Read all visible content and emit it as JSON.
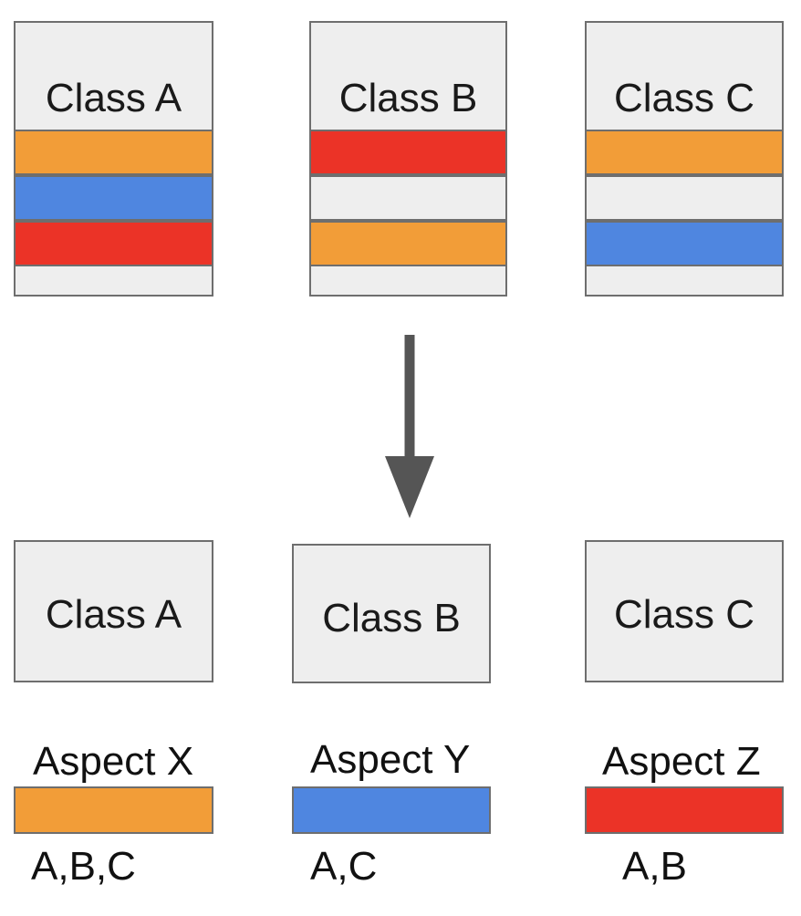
{
  "colors": {
    "orange": "#f29d38",
    "blue": "#4f86e0",
    "red": "#eb3327",
    "box_fill": "#eeeeee",
    "border": "#6e6e6e",
    "arrow": "#555555"
  },
  "before": {
    "classes": [
      {
        "label": "Class A",
        "bands": [
          "orange",
          "blue",
          "red"
        ]
      },
      {
        "label": "Class B",
        "bands": [
          "red",
          "empty",
          "orange"
        ]
      },
      {
        "label": "Class C",
        "bands": [
          "orange",
          "empty",
          "blue"
        ]
      }
    ]
  },
  "after": {
    "classes": [
      {
        "label": "Class A"
      },
      {
        "label": "Class B"
      },
      {
        "label": "Class C"
      }
    ],
    "aspects": [
      {
        "label": "Aspect X",
        "color": "orange",
        "classes": "A,B,C"
      },
      {
        "label": "Aspect Y",
        "color": "blue",
        "classes": "A,C"
      },
      {
        "label": "Aspect Z",
        "color": "red",
        "classes": "A,B"
      }
    ]
  }
}
